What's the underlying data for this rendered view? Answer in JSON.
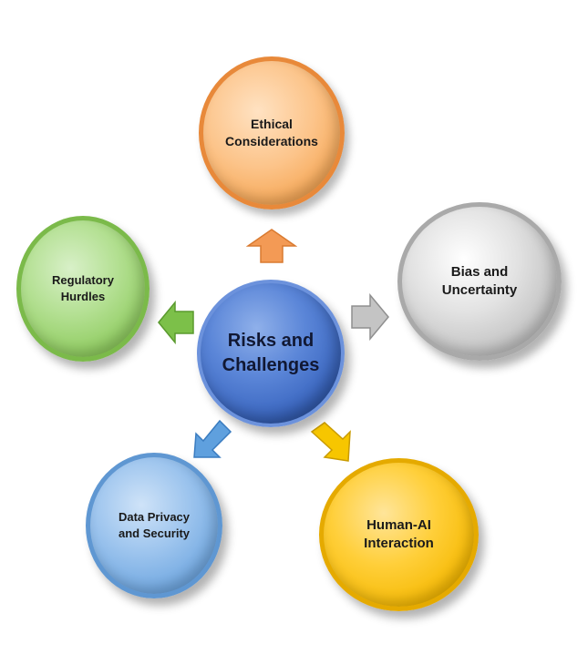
{
  "diagram": {
    "center": {
      "line1": "Risks and",
      "line2": "Challenges"
    },
    "nodes": {
      "ethics": {
        "line1": "Ethical",
        "line2": "Considerations"
      },
      "bias": {
        "line1": "Bias and",
        "line2": "Uncertainty"
      },
      "human": {
        "line1": "Human-AI",
        "line2": "Interaction"
      },
      "privacy": {
        "line1": "Data Privacy",
        "line2": "and Security"
      },
      "regulatory": {
        "line1": "Regulatory",
        "line2": "Hurdles"
      }
    }
  },
  "colors": {
    "center": "#3a66c0",
    "ethics": "#f5a552",
    "bias": "#bdbdbd",
    "human": "#f5b800",
    "privacy": "#6ea6e0",
    "regulatory": "#8ecb5e"
  }
}
